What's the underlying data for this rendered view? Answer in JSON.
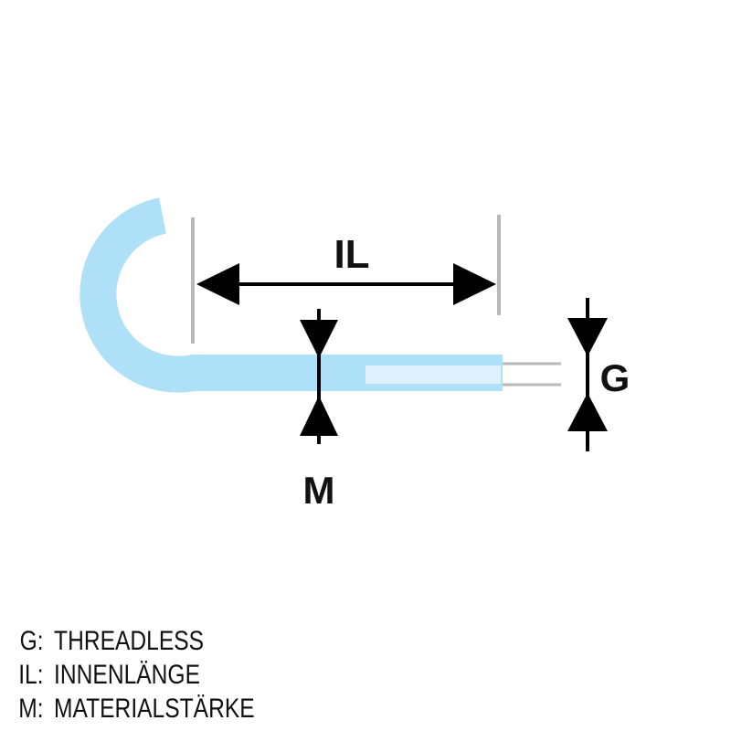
{
  "colors": {
    "hook": "#aee0f8",
    "thread": "#dff1fc",
    "guide": "#b8b8b8",
    "dimension": "#000000"
  },
  "dimensions": {
    "inner_length": "IL",
    "material": "M",
    "thread": "G"
  },
  "legend": [
    {
      "key": "G:",
      "value": "THREADLESS"
    },
    {
      "key": "IL:",
      "value": "INNENLÄNGE"
    },
    {
      "key": "M:",
      "value": "MATERIALSTÄRKE"
    }
  ]
}
